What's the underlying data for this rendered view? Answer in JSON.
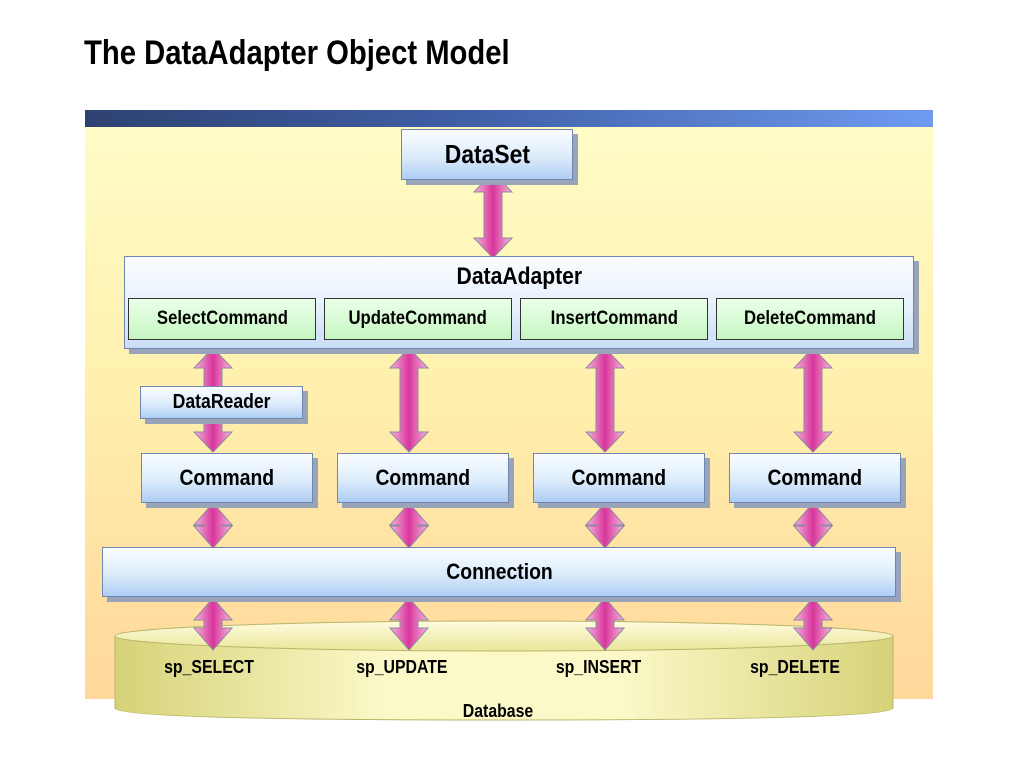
{
  "title": "The DataAdapter Object Model",
  "dataset": {
    "label": "DataSet"
  },
  "data_adapter": {
    "label": "DataAdapter",
    "commands": [
      {
        "label": "SelectCommand"
      },
      {
        "label": "UpdateCommand"
      },
      {
        "label": "InsertCommand"
      },
      {
        "label": "DeleteCommand"
      }
    ]
  },
  "data_reader": {
    "label": "DataReader"
  },
  "command_objects": [
    {
      "label": "Command"
    },
    {
      "label": "Command"
    },
    {
      "label": "Command"
    },
    {
      "label": "Command"
    }
  ],
  "connection": {
    "label": "Connection"
  },
  "database": {
    "label": "Database",
    "stored_procedures": [
      {
        "label": "sp_SELECT"
      },
      {
        "label": "sp_UPDATE"
      },
      {
        "label": "sp_INSERT"
      },
      {
        "label": "sp_DELETE"
      }
    ]
  },
  "colors": {
    "arrow": "#d8369a",
    "arrow_light": "#f7b6dd",
    "box_blue": "#aecdf3",
    "command_green": "#c5f7c2",
    "panel_yellow": "#fff0ae",
    "database": "#d6d279"
  }
}
